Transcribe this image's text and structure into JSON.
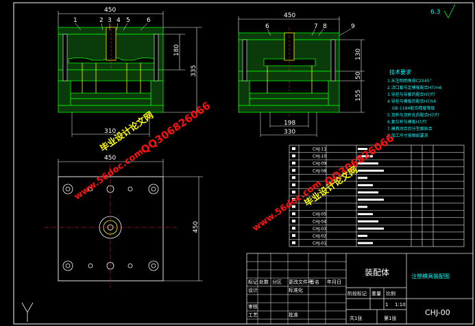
{
  "top_left_view": {
    "width_dim": "450",
    "height_dim_1": "180",
    "height_dim_2": "335",
    "bottom_dim": "310",
    "part_labels": [
      "1",
      "2",
      "3",
      "4",
      "5",
      "6"
    ]
  },
  "top_right_view": {
    "width_dim": "450",
    "height_dims": [
      "130",
      "50",
      "155"
    ],
    "bottom_dims": [
      "198",
      "330"
    ],
    "part_labels": [
      "6",
      "7",
      "8",
      "9"
    ]
  },
  "plan_view": {
    "width_dim": "450",
    "height_dim": "450"
  },
  "roughness": "6.3",
  "tech_req": {
    "title": "技术要求",
    "items": [
      "1.未注明倒角按C2X45°",
      "2.浇口套与定模板配合H7/m6",
      "3.导柱与导套的配合H7/f7",
      "4.导柱与模板的配合H7/k6",
      "GB-1184配合精度等级",
      "5.顶杆与顶杆孔的配合H7/f7",
      "6.复位杆与模板H7/f7",
      "7.模具闭合后分型面贴合",
      "8.加工尺寸按图纸要求"
    ]
  },
  "parts_list": {
    "codes": [
      "CHJ-11",
      "CHJ-10",
      "CHJ-09",
      "CHJ-08",
      "",
      "",
      "",
      "",
      "",
      "CHJ-05",
      "CHJ-04",
      "CHJ-03",
      "CHJ-02",
      "CHJ-01"
    ]
  },
  "title_block": {
    "drawing_name": "装配体",
    "company": "注塑模具装配图",
    "drawing_no": "CHJ-00",
    "scale": "1:10",
    "qty": "1",
    "sheets": "共1张",
    "sheet": "第1张",
    "labels": [
      "标记",
      "处数",
      "分区",
      "更改文件号",
      "签名",
      "年月日",
      "设计",
      "标准化",
      "阶段标记",
      "重量",
      "比例",
      "审核",
      "工艺",
      "批准"
    ]
  },
  "watermarks": {
    "qq": "QQ306826066",
    "site": "www.56doc.com",
    "brand": "毕业设计论文网"
  }
}
